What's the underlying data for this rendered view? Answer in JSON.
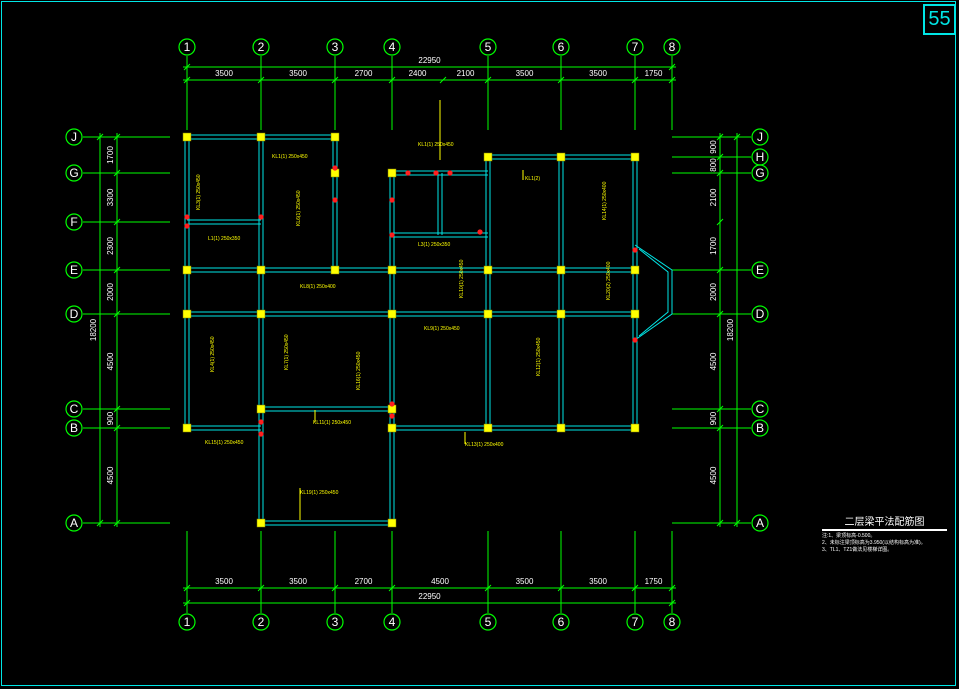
{
  "page_number": "55",
  "axes_top": [
    "1",
    "2",
    "3",
    "4",
    "5",
    "6",
    "7",
    "8"
  ],
  "axes_left": [
    "J",
    "G",
    "F",
    "E",
    "D",
    "C",
    "B",
    "A"
  ],
  "axes_right": [
    "J",
    "H",
    "G",
    "E",
    "D",
    "C",
    "B",
    "A"
  ],
  "dims_top": [
    "3500",
    "3500",
    "2700",
    "2400",
    "2100",
    "3500",
    "3500",
    "1750"
  ],
  "dims_bottom": [
    "3500",
    "3500",
    "2700",
    "4500",
    "3500",
    "3500",
    "1750"
  ],
  "total_width": "22950",
  "dims_left": [
    "1700",
    "3300",
    "2300",
    "2000",
    "4500",
    "900",
    "4500"
  ],
  "dims_right": [
    "900",
    "800",
    "2100",
    "1700",
    "2000",
    "4500",
    "900",
    "4500"
  ],
  "total_height": "18200",
  "beam_labels": {
    "b1": "KL1(1) 250x450",
    "b2": "KL1(1) 250x450",
    "b3": "KL3(1) 250x450",
    "b4": "KL4(1) 250x450",
    "b5": "L1(1) 250x350",
    "b6": "L3(1) 250x350",
    "b7": "KL6(1) 250x450",
    "b8": "KL7(1) 250x450",
    "b9": "KL8(1) 250x400",
    "b10": "KL9(1) 250x450",
    "b11": "KL10(1) 250x450",
    "b12": "KL11(1) 250x450",
    "b13": "KL12(1) 250x450",
    "b14": "KL13(1) 250x400",
    "b15": "KL14(1) 250x400",
    "b16": "KL15(1) 250x450",
    "b17": "KL16(1) 250x450",
    "b18": "KL1(2)",
    "b19": "KL19(1) 250x450",
    "b20": "KL20(2) 250x400"
  },
  "legend": {
    "title": "二层梁平法配筋图",
    "notes": [
      "注:1、梁顶标高-0.500。",
      "2、未标注梁顶标高为3.950(以结构标高为准)。",
      "3、TL1、TZ1做法见楼梯详图。"
    ]
  },
  "colors": {
    "background": "#000000",
    "axis": "#00ff00",
    "beam": "#00e6e6",
    "column": "#ffff00",
    "annotation": "#ffff00",
    "mark": "#ff2020",
    "frame": "#00e6e6"
  }
}
